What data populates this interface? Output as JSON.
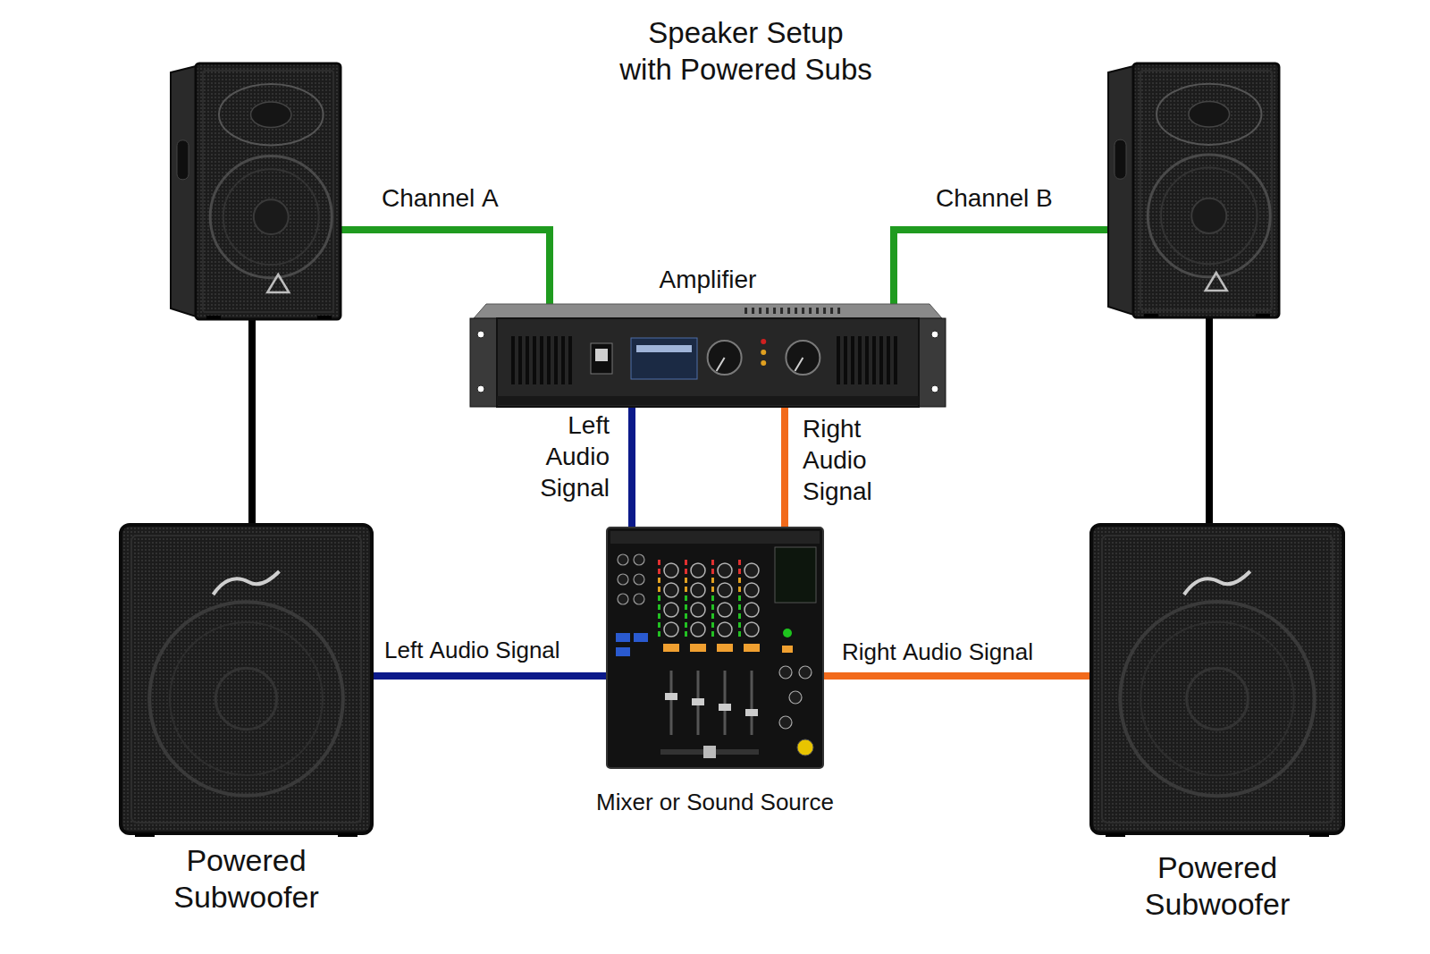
{
  "diagram": {
    "title": "Speaker Setup with Powered Subs",
    "nodes": [
      {
        "text": []
      },
      {
        "text": [
          "Amplifier"
        ]
      },
      {
        "text": []
      },
      {
        "text": [
          "Powered Subwoofer"
        ]
      },
      {
        "text": [
          "Mixer or Sound Source"
        ]
      },
      {
        "text": [
          "Powered Subwoofer"
        ]
      }
    ],
    "edges": [
      {
        "from": 1,
        "to": 0,
        "arrow": "none",
        "label": "Channel A"
      },
      {
        "from": 1,
        "to": 2,
        "arrow": "none",
        "label": "Channel B"
      },
      {
        "from": 4,
        "to": 1,
        "arrow": "none",
        "label": "Left Audio Signal"
      },
      {
        "from": 4,
        "to": 1,
        "arrow": "none",
        "label": "Right Audio Signal"
      },
      {
        "from": 0,
        "to": 3,
        "arrow": "none"
      },
      {
        "from": 2,
        "to": 5,
        "arrow": "none"
      },
      {
        "from": 4,
        "to": 3,
        "arrow": "none",
        "label": "Left Audio Signal"
      },
      {
        "from": 4,
        "to": 5,
        "arrow": "none",
        "label": "Right Audio Signal"
      }
    ]
  }
}
